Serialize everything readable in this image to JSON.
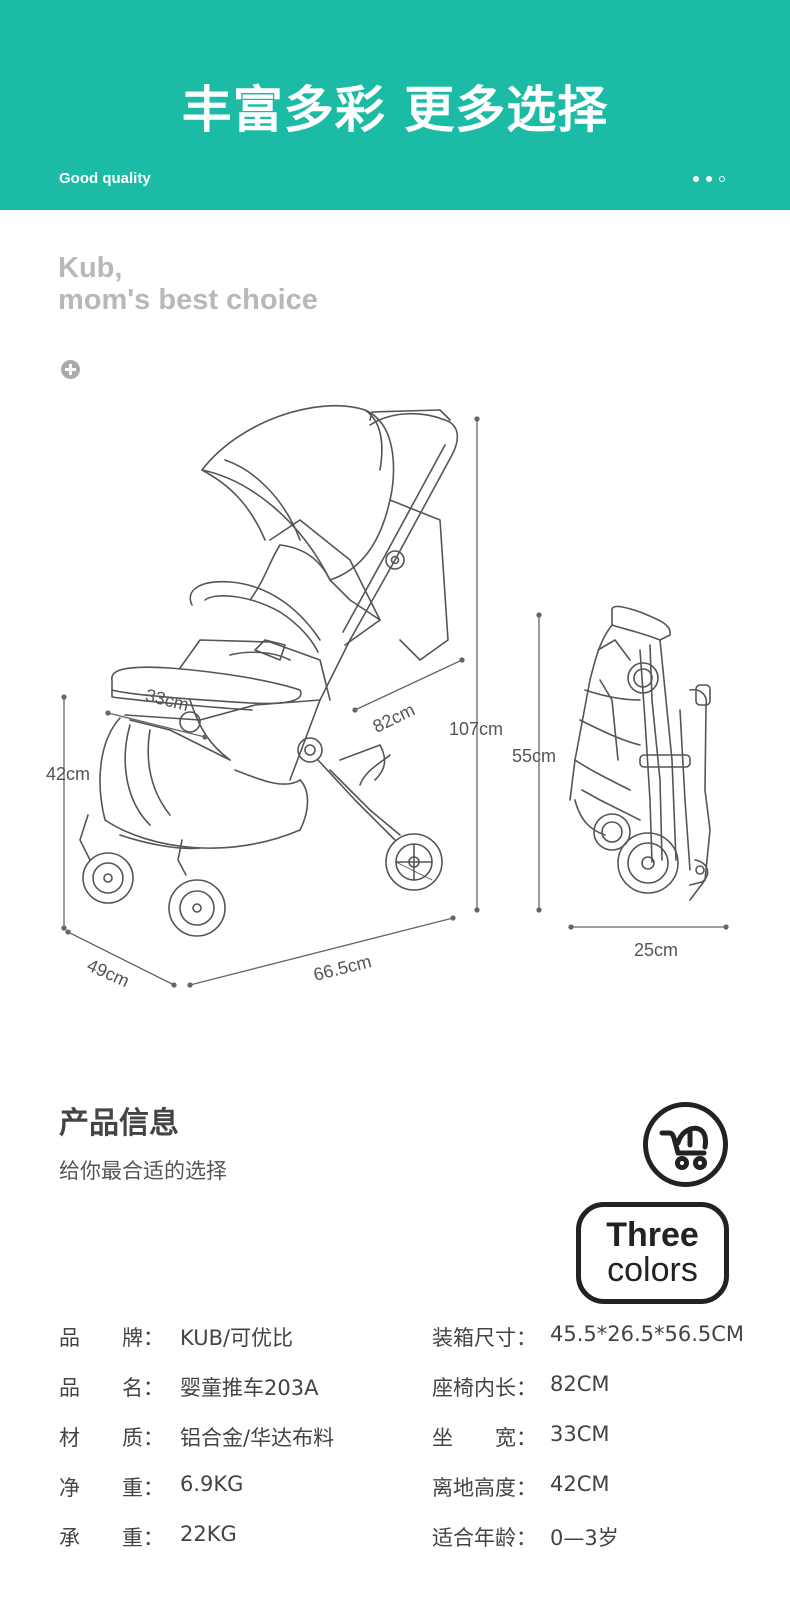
{
  "banner": {
    "title": "丰富多彩 更多选择",
    "subtitle": "Good quality"
  },
  "brand": {
    "line1": "Kub,",
    "line2": "mom's best choice"
  },
  "dimensions": {
    "seat_width": "33cm",
    "seat_length": "82cm",
    "height": "107cm",
    "seat_height": "42cm",
    "depth": "49cm",
    "length": "66.5cm",
    "folded_height": "55cm",
    "folded_width": "25cm"
  },
  "info": {
    "title": "产品信息",
    "subtitle": "给你最合适的选择",
    "badge_line1": "Three",
    "badge_line2": "colors"
  },
  "specs_left": [
    {
      "label": "品　　牌：",
      "value": "KUB/可优比"
    },
    {
      "label": "品　　名：",
      "value": "婴童推车203A"
    },
    {
      "label": "材　　质：",
      "value": "铝合金/华达布料"
    },
    {
      "label": "净　　重：",
      "value": "6.9KG"
    },
    {
      "label": "承　　重：",
      "value": "22KG"
    }
  ],
  "specs_right": [
    {
      "label": "装箱尺寸：",
      "value": "45.5*26.5*56.5CM"
    },
    {
      "label": "座椅内长：",
      "value": "82CM"
    },
    {
      "label": "坐　　宽：",
      "value": "33CM"
    },
    {
      "label": "离地高度：",
      "value": "42CM"
    },
    {
      "label": "适合年龄：",
      "value": "0—3岁"
    }
  ],
  "colors": {
    "brand": "#1bbba6",
    "line": "#555555"
  }
}
